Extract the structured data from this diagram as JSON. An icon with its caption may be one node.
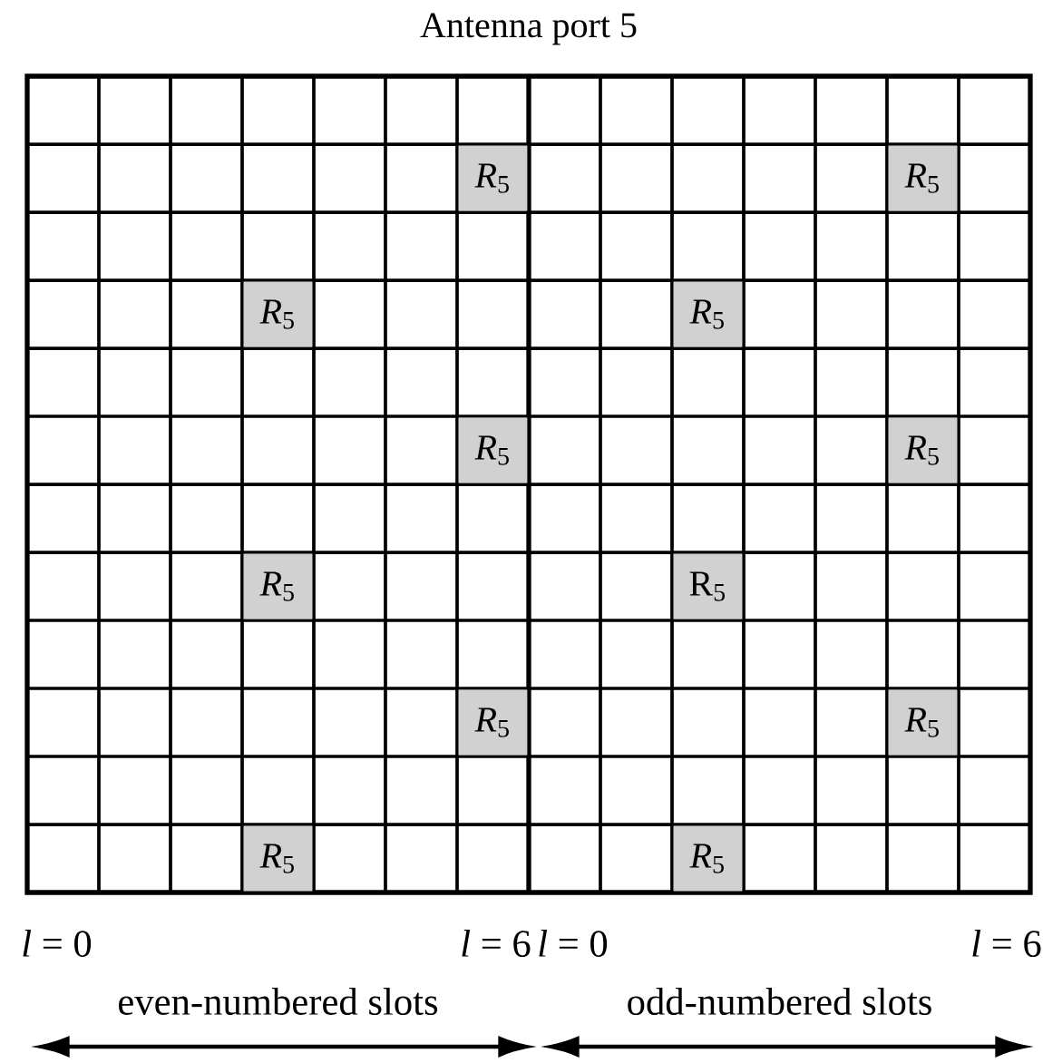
{
  "diagram": {
    "title": "Antenna port 5",
    "nodes": [
      {
        "text": [
          "*R*$_{5}$"
        ]
      },
      {
        "text": [
          "*R*$_{5}$"
        ]
      },
      {
        "text": [
          "*R*$_{5}$"
        ]
      },
      {
        "text": [
          "*R*$_{5}$"
        ]
      },
      {
        "text": [
          "*R*$_{5}$"
        ]
      },
      {
        "text": [
          "*R*$_{5}$"
        ]
      },
      {
        "text": [
          "*R*$_{5}$"
        ]
      },
      {
        "text": [
          "R$_{5}$"
        ]
      },
      {
        "text": [
          "*R*$_{5}$"
        ]
      },
      {
        "text": [
          "*R*$_{5}$"
        ]
      },
      {
        "text": [
          "*R*$_{5}$"
        ]
      },
      {
        "text": [
          "*R*$_{5}$"
        ]
      }
    ],
    "labels": [
      "*l* = 0",
      "*l* = 6",
      "*l* = 0",
      "*l* = 6",
      "even-numbered slots",
      "odd-numbered slots"
    ]
  }
}
